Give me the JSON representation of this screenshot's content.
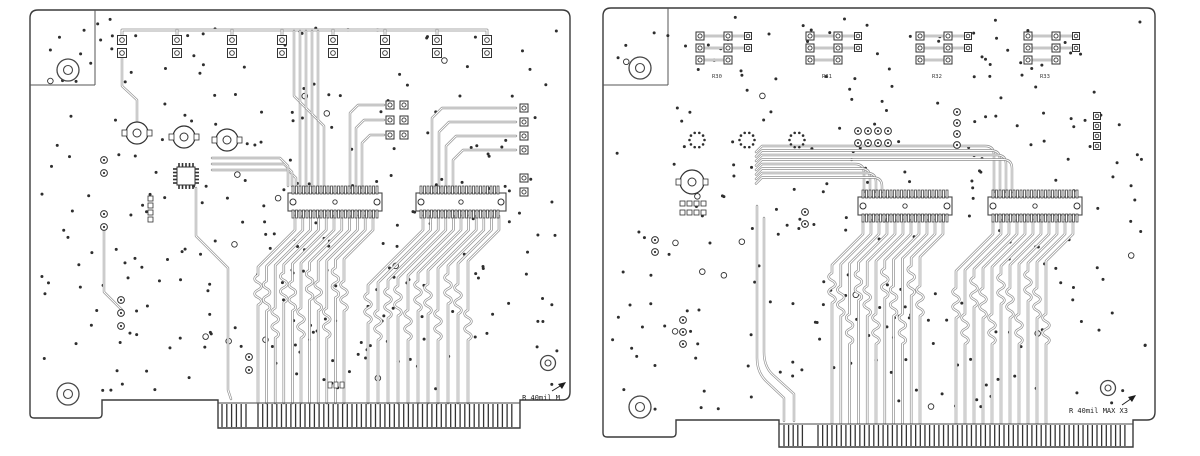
{
  "colors": {
    "ink": "#333333",
    "outline": "#474747",
    "trace_outer": "#8f8f8f",
    "trace_core": "#ffffff",
    "via": "#2e2e2e"
  },
  "left_board": {
    "annotation": "R 40mil M"
  },
  "right_board": {
    "annotation": "R 40mil MAX X3",
    "group_labels": [
      "R30",
      "R31",
      "R32",
      "R33"
    ]
  }
}
